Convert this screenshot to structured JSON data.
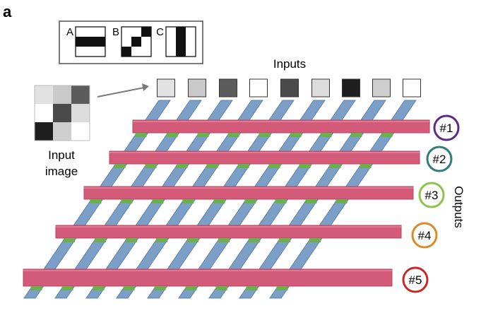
{
  "panel_label": "a",
  "legend": {
    "patterns": [
      {
        "letter": "A",
        "cells": [
          [
            0,
            0,
            0
          ],
          [
            1,
            1,
            1
          ],
          [
            0,
            0,
            0
          ]
        ]
      },
      {
        "letter": "B",
        "cells": [
          [
            0,
            0,
            1
          ],
          [
            0,
            1,
            0
          ],
          [
            1,
            0,
            0
          ]
        ]
      },
      {
        "letter": "C",
        "cells": [
          [
            0,
            1,
            0
          ],
          [
            0,
            1,
            0
          ],
          [
            0,
            1,
            0
          ]
        ]
      }
    ]
  },
  "input_image": {
    "label_line1": "Input",
    "label_line2": "image",
    "pixels": [
      "#e2e2e2",
      "#c9c9c9",
      "#5c5c5c",
      "#ffffff",
      "#4a4a4a",
      "#dcdcdc",
      "#1f1f1f",
      "#cfcfcf",
      "#ffffff"
    ]
  },
  "inputs": {
    "title": "Inputs",
    "colors": [
      "#e2e2e2",
      "#c9c9c9",
      "#5c5c5c",
      "#ffffff",
      "#4a4a4a",
      "#dcdcdc",
      "#1f1f1f",
      "#cfcfcf",
      "#ffffff"
    ]
  },
  "outputs": {
    "title": "Outputs",
    "items": [
      {
        "label": "#1",
        "color": "#5b2a86"
      },
      {
        "label": "#2",
        "color": "#2e7d7a"
      },
      {
        "label": "#3",
        "color": "#8bc34a"
      },
      {
        "label": "#4",
        "color": "#d98a2b"
      },
      {
        "label": "#5",
        "color": "#c62828"
      }
    ]
  },
  "colors": {
    "column_bar": "#7b9fc7",
    "column_bar_dark": "#5e82ab",
    "row_bar": "#d45a7a",
    "row_bar_top": "#e07a94",
    "row_bar_side": "#b8475f",
    "junction": "#6ab04c"
  }
}
